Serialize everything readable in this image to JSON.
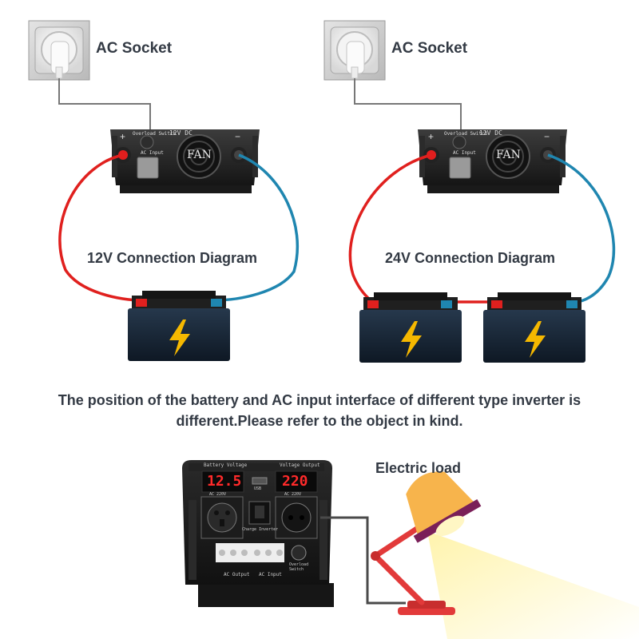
{
  "left_panel": {
    "socket_label": "AC Socket",
    "diagram_label": "12V Connection Diagram",
    "inverter": {
      "top_text": "Overload Switch",
      "voltage": "12V DC",
      "ac_input": "AC Input",
      "fan": "FAN",
      "plus": "+",
      "minus": "−"
    }
  },
  "right_panel": {
    "socket_label": "AC Socket",
    "diagram_label": "24V Connection Diagram",
    "inverter": {
      "top_text": "Overload Switch",
      "voltage": "12V DC",
      "ac_input": "AC Input",
      "fan": "FAN",
      "plus": "+",
      "minus": "−"
    }
  },
  "note": {
    "line1": "The position of the battery and AC input interface of different type inverter is",
    "line2": "different.Please refer to the object in kind."
  },
  "front_panel": {
    "battery_voltage_label": "Battery Voltage",
    "voltage_output_label": "Voltage Output",
    "battery_display": "12.5",
    "output_display": "220",
    "usb_label": "USB",
    "ac_out_label": "AC 220V",
    "ac_in_label": "AC 220V",
    "switch_label": "Charge  Inverter",
    "ac_output_label": "AC Output",
    "ac_input_label": "AC Input",
    "overload_label": "Overload Switch"
  },
  "load_label": "Electric load",
  "colors": {
    "positive_wire": "#e0201e",
    "negative_wire": "#1f86b0",
    "battery_body": "#1b2a3a",
    "bolt": "#f5b800",
    "lamp_arm": "#e23a3a",
    "lamp_shade": "#f7b44c",
    "text": "#333a44"
  }
}
